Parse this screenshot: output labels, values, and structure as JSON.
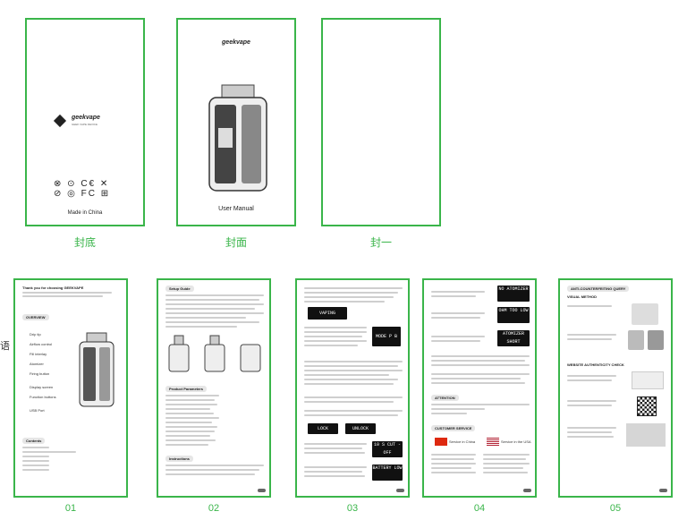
{
  "cover_labels": {
    "back": "封底",
    "front": "封面",
    "inside": "封一"
  },
  "page_numbers": [
    "01",
    "02",
    "03",
    "04",
    "05"
  ],
  "back_cover": {
    "brand": "geekvape",
    "tagline": "GEEK VAPE DEVICE",
    "made_in": "Made in China"
  },
  "front_cover": {
    "brand": "geekvape",
    "title": "User Manual"
  },
  "page01": {
    "intro_title": "Thank you for choosing GEEKVAPE",
    "overview": "OVERVIEW",
    "contents": "Contents",
    "labels": [
      "Drip tip",
      "Airflow control",
      "Fill interlay",
      "Atomizer",
      "Firing button",
      "Display screen",
      "Function buttons",
      "USB Port"
    ]
  },
  "page02": {
    "setup": "Setup Guide",
    "params": "Product Parameters",
    "instructions": "Instructions"
  },
  "page03": {
    "screens": [
      "VAPING",
      "MODE P B",
      "LOCK",
      "UNLOCK",
      "10 S CUT - OFF",
      "BATTERY LOW"
    ]
  },
  "page04": {
    "screens": [
      "NO ATOMIZER",
      "OHM TOO LOW",
      "ATOMIZER SHORT"
    ],
    "attention": "ATTENTION",
    "customer": "CUSTOMER SERVICE",
    "service_china": "Service in China",
    "service_usa": "Service in the USA"
  },
  "page05": {
    "anti": "ANTI-COUNTERFEITING QUERY",
    "visual": "VISUAL METHOD",
    "website": "WEBSITE AUTHENTICITY CHECK"
  },
  "edge_char": "语"
}
